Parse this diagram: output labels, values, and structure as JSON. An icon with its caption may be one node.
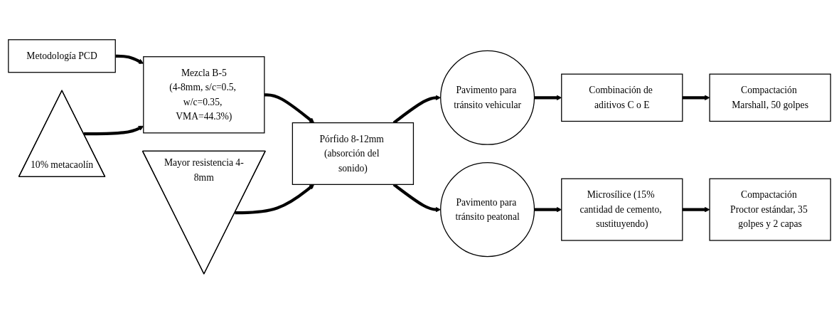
{
  "diagram": {
    "nodes": [
      {
        "text": [
          "Metodología PCD"
        ]
      },
      {
        "text": [
          "Mezcla B-5",
          "(4-8mm, s/c=0.5, w/c=0.35, VMA=44.3%)"
        ]
      },
      {
        "text": [
          "10% metacaolín"
        ]
      },
      {
        "text": [
          "Mayor resistencia 4-8mm"
        ]
      },
      {
        "text": [
          "Pórfido 8-12mm (absorción del sonido)"
        ]
      },
      {
        "text": [
          "Pavimento para tránsito vehicular"
        ]
      },
      {
        "text": [
          "Combinación de aditivos C o E"
        ]
      },
      {
        "text": [
          "Compactación Marshall, 50 golpes"
        ]
      },
      {
        "text": [
          "Pavimento para tránsito peatonal"
        ]
      },
      {
        "text": [
          "Microsílice (15% cantidad de cemento, sustituyendo)"
        ]
      },
      {
        "text": [
          "Compactación Proctor estándar, 35 golpes y 2 capas"
        ]
      }
    ],
    "edges": [
      {
        "from": 0,
        "to": 1,
        "arrow": "to"
      },
      {
        "from": 2,
        "to": 1,
        "arrow": "to"
      },
      {
        "from": 1,
        "to": 4,
        "arrow": "to"
      },
      {
        "from": 3,
        "to": 4,
        "arrow": "to"
      },
      {
        "from": 4,
        "to": 5,
        "arrow": "to"
      },
      {
        "from": 5,
        "to": 6,
        "arrow": "to"
      },
      {
        "from": 6,
        "to": 7,
        "arrow": "to"
      },
      {
        "from": 4,
        "to": 8,
        "arrow": "to"
      },
      {
        "from": 8,
        "to": 9,
        "arrow": "to"
      },
      {
        "from": 9,
        "to": 10,
        "arrow": "to"
      }
    ]
  }
}
